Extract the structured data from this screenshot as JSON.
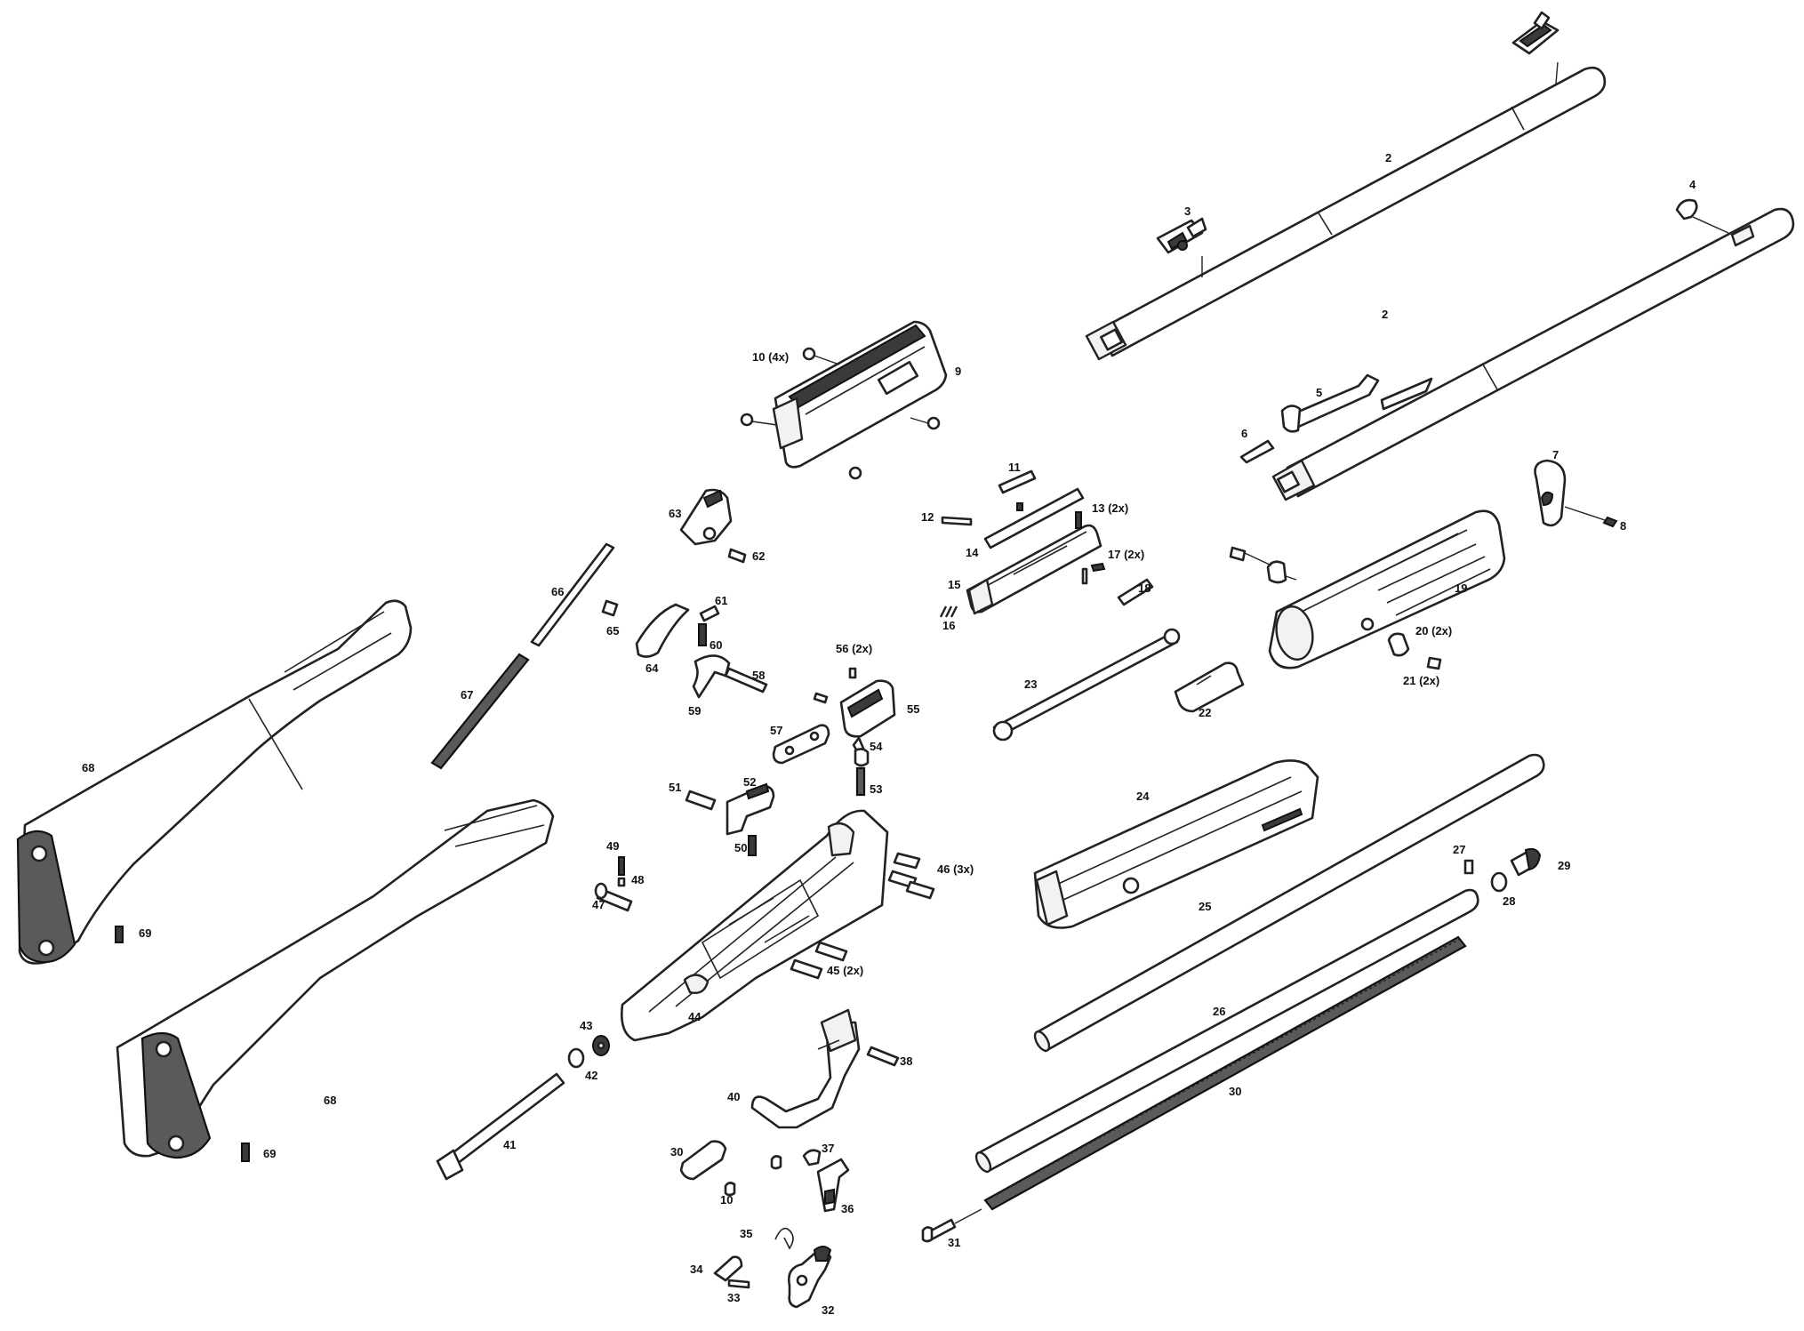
{
  "diagram": {
    "callouts": {
      "c2a": "2",
      "c2b": "2",
      "c3": "3",
      "c4": "4",
      "c5": "5",
      "c6": "6",
      "c7": "7",
      "c8": "8",
      "c9": "9",
      "c10a": "10 (4x)",
      "c10b": "10",
      "c11": "11",
      "c12": "12",
      "c13": "13 (2x)",
      "c14": "14",
      "c15": "15",
      "c16": "16",
      "c17": "17 (2x)",
      "c18": "18",
      "c19": "19",
      "c20": "20 (2x)",
      "c21": "21 (2x)",
      "c22": "22",
      "c23": "23",
      "c24": "24",
      "c25": "25",
      "c26": "26",
      "c27": "27",
      "c28": "28",
      "c29": "29",
      "c30a": "30",
      "c30b": "30",
      "c31": "31",
      "c32": "32",
      "c33": "33",
      "c34": "34",
      "c35": "35",
      "c36": "36",
      "c37": "37",
      "c38": "38",
      "c40": "40",
      "c41": "41",
      "c42": "42",
      "c43": "43",
      "c44": "44",
      "c45": "45 (2x)",
      "c46": "46 (3x)",
      "c47": "47",
      "c48": "48",
      "c49": "49",
      "c50": "50",
      "c51": "51",
      "c52": "52",
      "c53": "53",
      "c54": "54",
      "c55": "55",
      "c56": "56 (2x)",
      "c57": "57",
      "c58": "58",
      "c59": "59",
      "c60": "60",
      "c61": "61",
      "c62": "62",
      "c63": "63",
      "c64": "64",
      "c65": "65",
      "c66": "66",
      "c67": "67",
      "c68a": "68",
      "c68b": "68",
      "c69a": "69",
      "c69b": "69"
    }
  }
}
